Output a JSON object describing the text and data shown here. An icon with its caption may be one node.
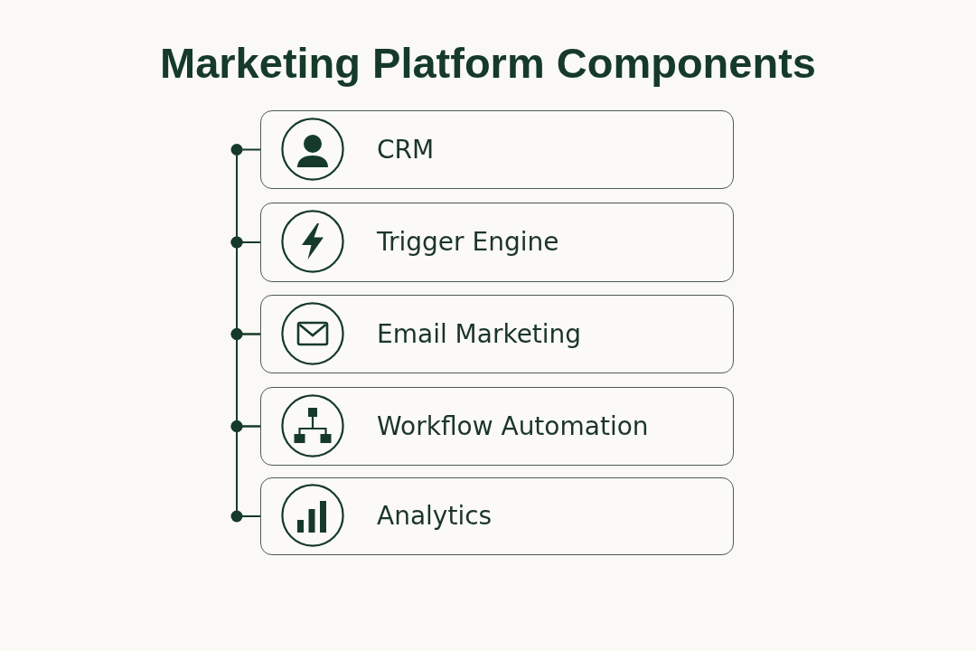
{
  "diagram": {
    "title": "Marketing Platform Components",
    "nodes": [
      {
        "text": [
          "CRM"
        ]
      },
      {
        "text": [
          "Trigger Engine"
        ]
      },
      {
        "text": [
          "Email Marketing"
        ]
      },
      {
        "text": [
          "Workflow Automation"
        ]
      },
      {
        "text": [
          "Analytics"
        ]
      }
    ],
    "edges": [
      {
        "from": 0,
        "to": 1,
        "arrow": "other"
      },
      {
        "from": 1,
        "to": 2,
        "arrow": "other"
      },
      {
        "from": 2,
        "to": 3,
        "arrow": "other"
      },
      {
        "from": 3,
        "to": 4,
        "arrow": "other"
      }
    ]
  }
}
